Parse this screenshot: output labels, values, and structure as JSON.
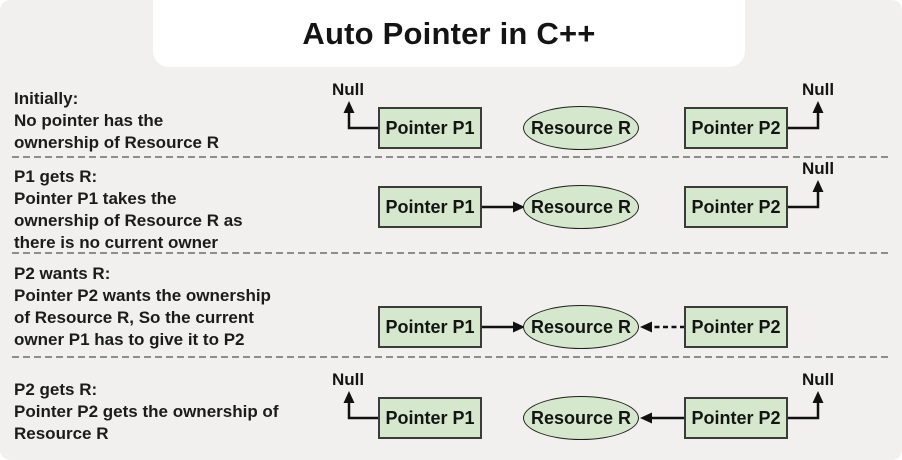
{
  "title": "Auto Pointer in C++",
  "node_labels": {
    "pointer_p1": "Pointer P1",
    "resource": "Resource R",
    "pointer_p2": "Pointer P2",
    "null_value": "Null"
  },
  "rows": [
    {
      "id": "initially",
      "description": "Initially:\nNo pointer has the\nownership of Resource R"
    },
    {
      "id": "p1-gets-r",
      "description": "P1 gets R:\nPointer P1 takes the\nownership of Resource R as\nthere is no current owner"
    },
    {
      "id": "p2-wants-r",
      "description": "P2 wants R:\nPointer P2 wants the ownership\nof Resource R, So the current\nowner P1 has to give it to P2"
    },
    {
      "id": "p2-gets-r",
      "description": "P2 gets R:\nPointer P2 gets the ownership of\nResource R"
    }
  ],
  "colors": {
    "background": "#f1f0ee",
    "node_fill": "#d5e7cd",
    "node_border": "#3b3b3b",
    "arrow": "#111111",
    "divider": "#8d8d8d",
    "title_background": "#ffffff",
    "text": "#1b1b1b"
  }
}
